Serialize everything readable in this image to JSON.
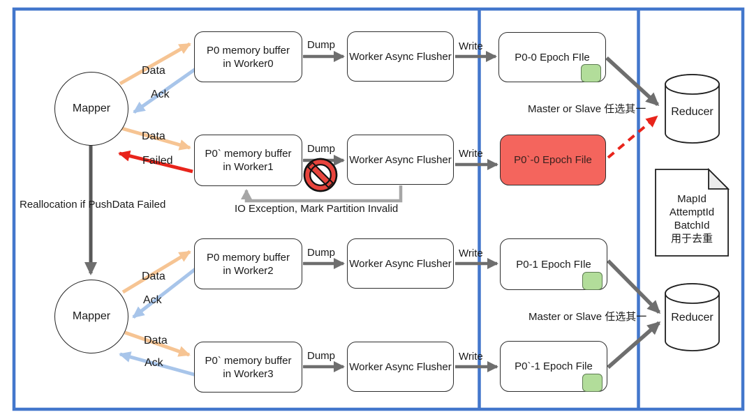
{
  "mappers": [
    {
      "label": "Mapper"
    },
    {
      "label": "Mapper"
    }
  ],
  "buffers": [
    {
      "line1": "P0 memory buffer",
      "line2": "in Worker0"
    },
    {
      "line1": "P0` memory buffer",
      "line2": "in Worker1"
    },
    {
      "line1": "P0 memory buffer",
      "line2": "in Worker2"
    },
    {
      "line1": "P0` memory buffer",
      "line2": "in Worker3"
    }
  ],
  "flushers": [
    {
      "label": "Worker Async Flusher"
    },
    {
      "label": "Worker Async Flusher"
    },
    {
      "label": "Worker Async Flusher"
    },
    {
      "label": "Worker Async Flusher"
    }
  ],
  "epoch_files": [
    {
      "label": "P0-0 Epoch FIle",
      "status": "success"
    },
    {
      "label": "P0`-0 Epoch File",
      "status": "failed"
    },
    {
      "label": "P0-1 Epoch FIle",
      "status": "success"
    },
    {
      "label": "P0`-1 Epoch File",
      "status": "success"
    }
  ],
  "reducers": [
    {
      "label": "Reducer"
    },
    {
      "label": "Reducer"
    }
  ],
  "note_lines": [
    "MapId",
    "AttemptId",
    "BatchId",
    "用于去重"
  ],
  "labels": {
    "data": "Data",
    "ack": "Ack",
    "failed": "Failed",
    "dump": "Dump",
    "write": "Write",
    "reallocation": "Reallocation if PushData Failed",
    "io_exception": "IO Exception, Mark Partition Invalid",
    "master_or_slave": "Master or Slave 任选其一"
  },
  "colors": {
    "frame_blue": "#4377cc",
    "data_arrow_orange": "#f6c493",
    "ack_arrow_blue": "#a8c5ea",
    "failed_arrow_red": "#e8241b",
    "flow_arrow_gray": "#6e6e6e",
    "feedback_arrow_gray": "#a6a6a6",
    "failed_file_fill": "#f4655d",
    "success_tab_green": "#b2dd9a"
  }
}
